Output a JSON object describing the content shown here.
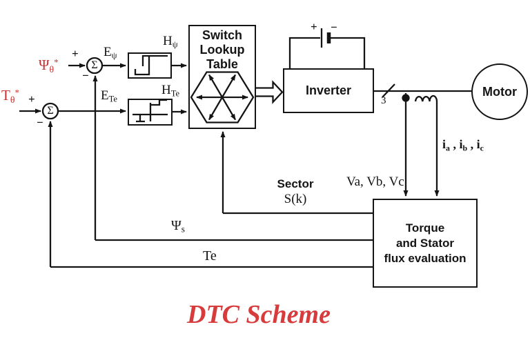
{
  "title": {
    "text": "DTC Scheme"
  },
  "colors": {
    "accent_red": "#c93232",
    "title_red": "#d83b3b",
    "line_black": "#141414"
  },
  "references": {
    "flux": {
      "base": "Ψ",
      "sub": "θ",
      "sup": "*",
      "plus": "+",
      "minus": "−"
    },
    "torque": {
      "base": "T",
      "sub": "θ",
      "sup": "*",
      "plus": "+",
      "minus": "−"
    }
  },
  "summers": {
    "symbol": "Σ"
  },
  "errors": {
    "flux": {
      "base": "E",
      "sub": "ψ"
    },
    "torque": {
      "base": "E",
      "sub": "Te"
    }
  },
  "hysteresis_outputs": {
    "flux": {
      "base": "H",
      "sub": "ψ"
    },
    "torque": {
      "base": "H",
      "sub": "Te"
    }
  },
  "blocks": {
    "lookup": {
      "line1": "Switch",
      "line2": "Lookup",
      "line3": "Table"
    },
    "inverter": {
      "label": "Inverter"
    },
    "motor": {
      "label": "Motor"
    },
    "torque_eval": {
      "line1": "Torque",
      "line2": "and Stator",
      "line3": "flux evaluation"
    }
  },
  "battery": {
    "plus": "+",
    "minus": "−"
  },
  "bus": {
    "phase_count": "3"
  },
  "feedback": {
    "sector": {
      "line1": "Sector",
      "line2": "S(k)"
    },
    "stator_flux": {
      "base": "Ψ",
      "sub": "s"
    },
    "torque": "Te",
    "voltages": "Va, Vb, Vc",
    "currents": {
      "a": {
        "base": "i",
        "sub": "a"
      },
      "b": {
        "base": "i",
        "sub": "b"
      },
      "c": {
        "base": "i",
        "sub": "c"
      },
      "sep": " , "
    }
  }
}
